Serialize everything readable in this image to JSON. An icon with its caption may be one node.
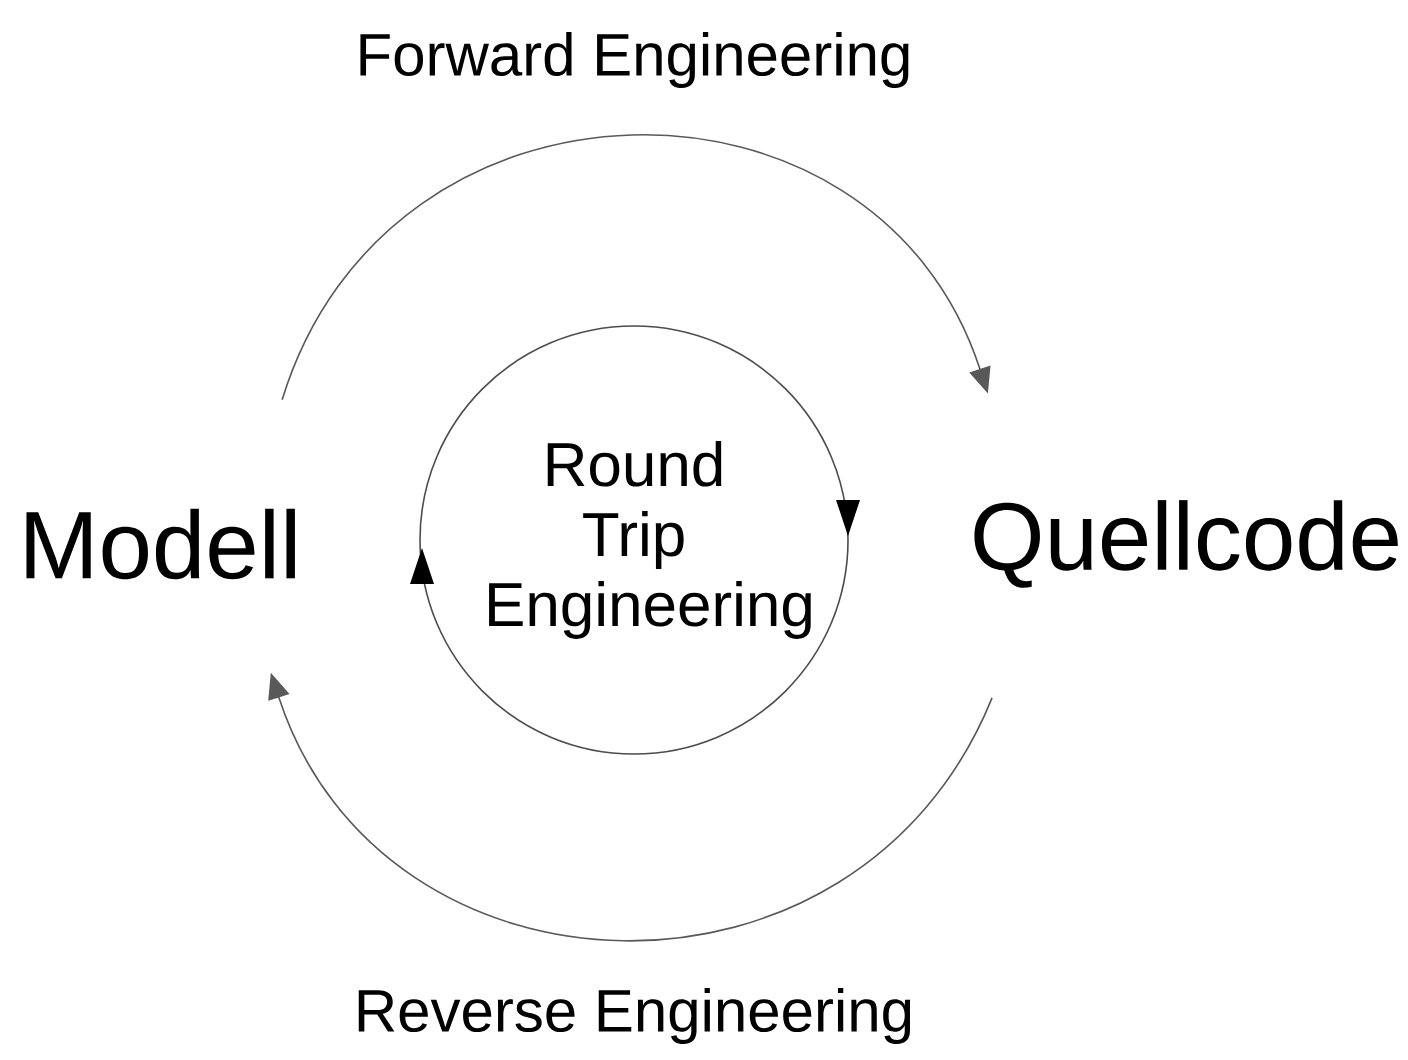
{
  "diagram": {
    "nodes": [
      {
        "text": [
          "Modell"
        ]
      },
      {
        "text": [
          "Quellcode"
        ]
      },
      {
        "text": [
          "Round Trip Engineering"
        ]
      }
    ],
    "edges": [
      {
        "from": 0,
        "to": 1,
        "arrow": "to",
        "label": "Forward Engineering"
      },
      {
        "from": 1,
        "to": 0,
        "arrow": "to",
        "label": "Reverse Engineering"
      }
    ]
  }
}
